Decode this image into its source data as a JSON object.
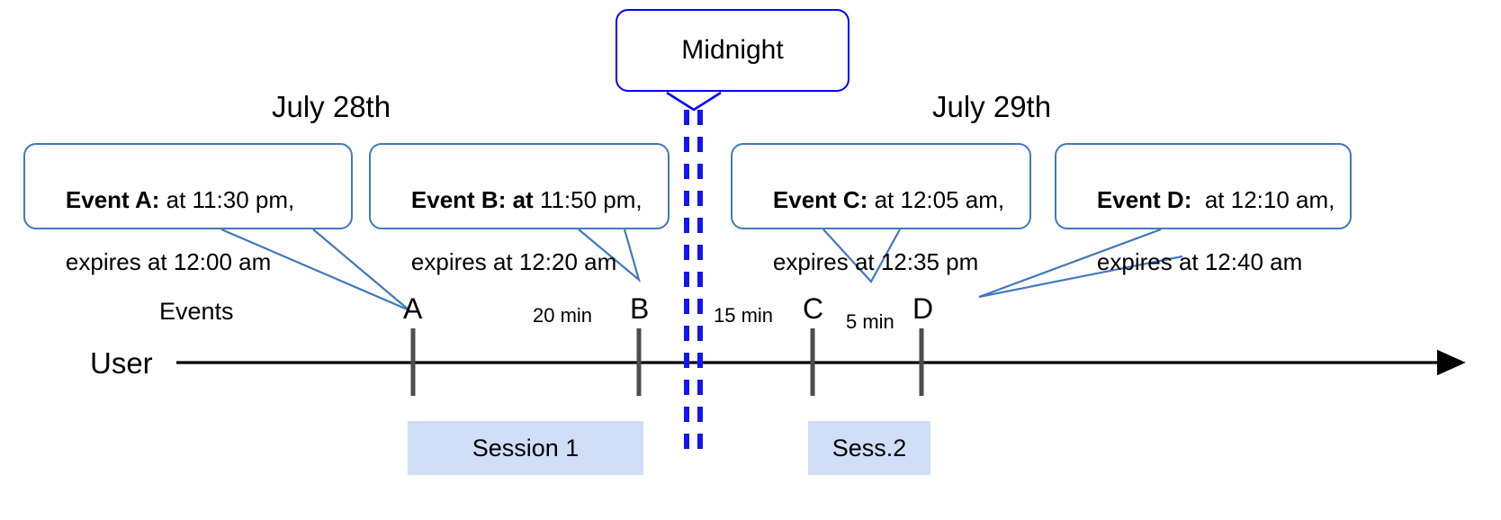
{
  "diagram": {
    "title_callout": {
      "label": "Midnight"
    },
    "dates": [
      {
        "name": "date-july-28",
        "label": "July 28th"
      },
      {
        "name": "date-july-29",
        "label": "July 29th"
      }
    ],
    "row_labels": [
      {
        "name": "row-label-events",
        "label": "Events"
      },
      {
        "name": "row-label-user",
        "label": "User"
      }
    ],
    "event_callouts": [
      {
        "id": "A",
        "bold_prefix": "Event A:",
        "line1_rest": " at 11:30 pm,",
        "line2": "expires at 12:00 am"
      },
      {
        "id": "B",
        "bold_prefix": "Event B: at",
        "line1_rest": " 11:50 pm,",
        "line2": "expires at 12:20 am"
      },
      {
        "id": "C",
        "bold_prefix": "Event C:",
        "line1_rest": " at 12:05 am,",
        "line2": "expires at 12:35 pm"
      },
      {
        "id": "D",
        "bold_prefix": "Event D:",
        "line1_rest": "  at 12:10 am,",
        "line2": "expires at 12:40 am"
      }
    ],
    "event_markers": [
      {
        "name": "event-marker-a",
        "label": "A"
      },
      {
        "name": "event-marker-b",
        "label": "B"
      },
      {
        "name": "event-marker-c",
        "label": "C"
      },
      {
        "name": "event-marker-d",
        "label": "D"
      }
    ],
    "durations": [
      {
        "name": "duration-a-b",
        "label": "20 min"
      },
      {
        "name": "duration-b-c",
        "label": "15 min"
      },
      {
        "name": "duration-c-d",
        "label": "5 min"
      }
    ],
    "sessions": [
      {
        "name": "session-block-1",
        "label": "Session 1"
      },
      {
        "name": "session-block-2",
        "label": "Sess.2"
      }
    ],
    "colors": {
      "callout_border": "#4178be",
      "midnight_border": "#0000ff",
      "midnight_line": "#1414f0",
      "session_fill": "#cfddf7",
      "axis": "#000000",
      "tick": "#4d4d4d"
    }
  }
}
